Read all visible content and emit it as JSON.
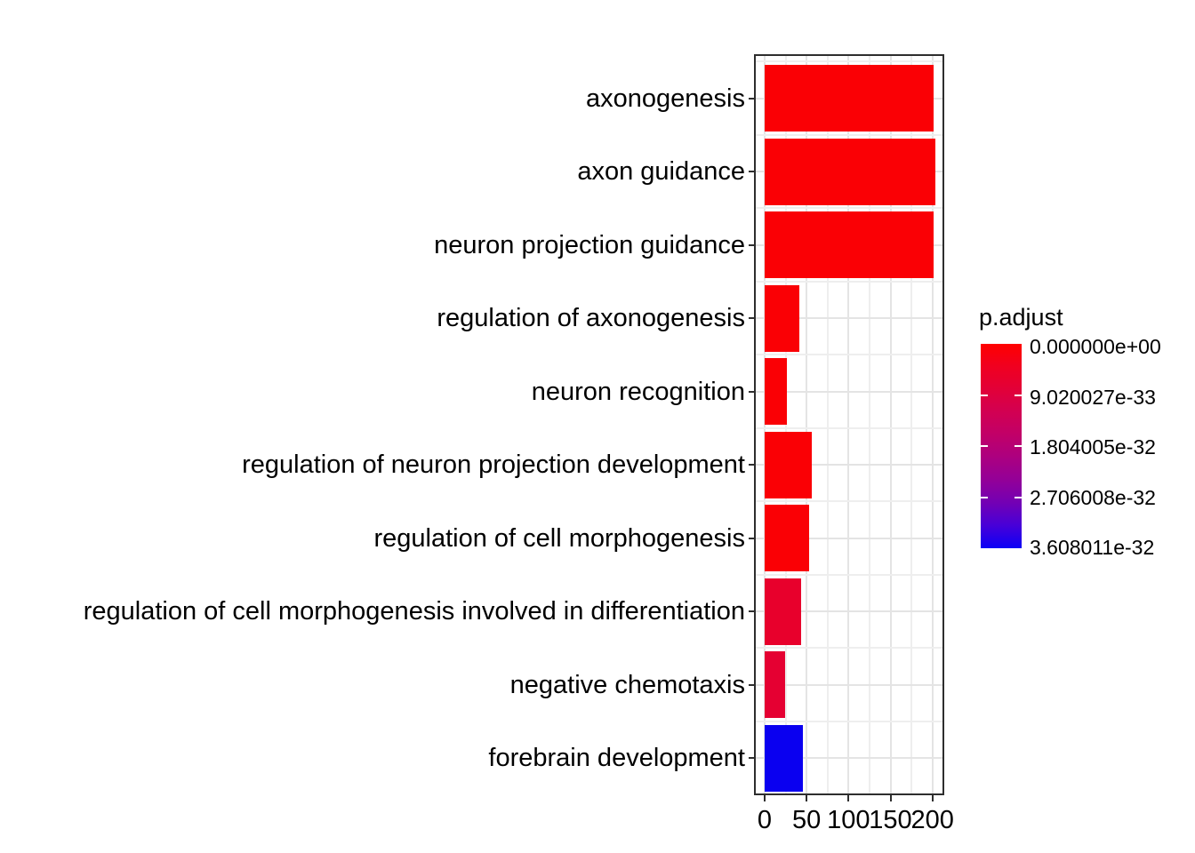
{
  "chart_data": {
    "type": "bar",
    "orientation": "horizontal",
    "title": "",
    "xlabel": "",
    "ylabel": "",
    "grid": true,
    "categories": [
      "axonogenesis",
      "axon guidance",
      "neuron projection guidance",
      "regulation of axonogenesis",
      "neuron recognition",
      "regulation of neuron projection development",
      "regulation of cell morphogenesis",
      "regulation of cell morphogenesis involved in differentiation",
      "negative chemotaxis",
      "forebrain development"
    ],
    "values": [
      201,
      203,
      201,
      41,
      27,
      56,
      53,
      43,
      24,
      46
    ],
    "bar_colors": [
      "#FA0005",
      "#FA0005",
      "#FA0005",
      "#FA0005",
      "#FA0005",
      "#FA0005",
      "#FA0005",
      "#E8002C",
      "#E50032",
      "#0A00F0"
    ],
    "x_axis": {
      "ticks": [
        0,
        50,
        100,
        150,
        200
      ],
      "minor_ticks": [
        25,
        75,
        125,
        175
      ],
      "range": [
        -10.6,
        212
      ]
    },
    "legend": {
      "title": "p.adjust",
      "position": "right",
      "tick_labels": [
        "0.000000e+00",
        "9.020027e-33",
        "1.804005e-32",
        "2.706008e-32",
        "3.608011e-32"
      ],
      "gradient_stops": [
        "#FF0000",
        "#F00020",
        "#E20038",
        "#D20052",
        "#C10068",
        "#AC0080",
        "#930098",
        "#7300B4",
        "#4700D8",
        "#0C00F6"
      ]
    },
    "colors": {
      "panel_border": "#2e2e2e",
      "grid_major": "#e4e4e4",
      "grid_minor": "#eeeeee",
      "axis_text": "#000000"
    }
  }
}
